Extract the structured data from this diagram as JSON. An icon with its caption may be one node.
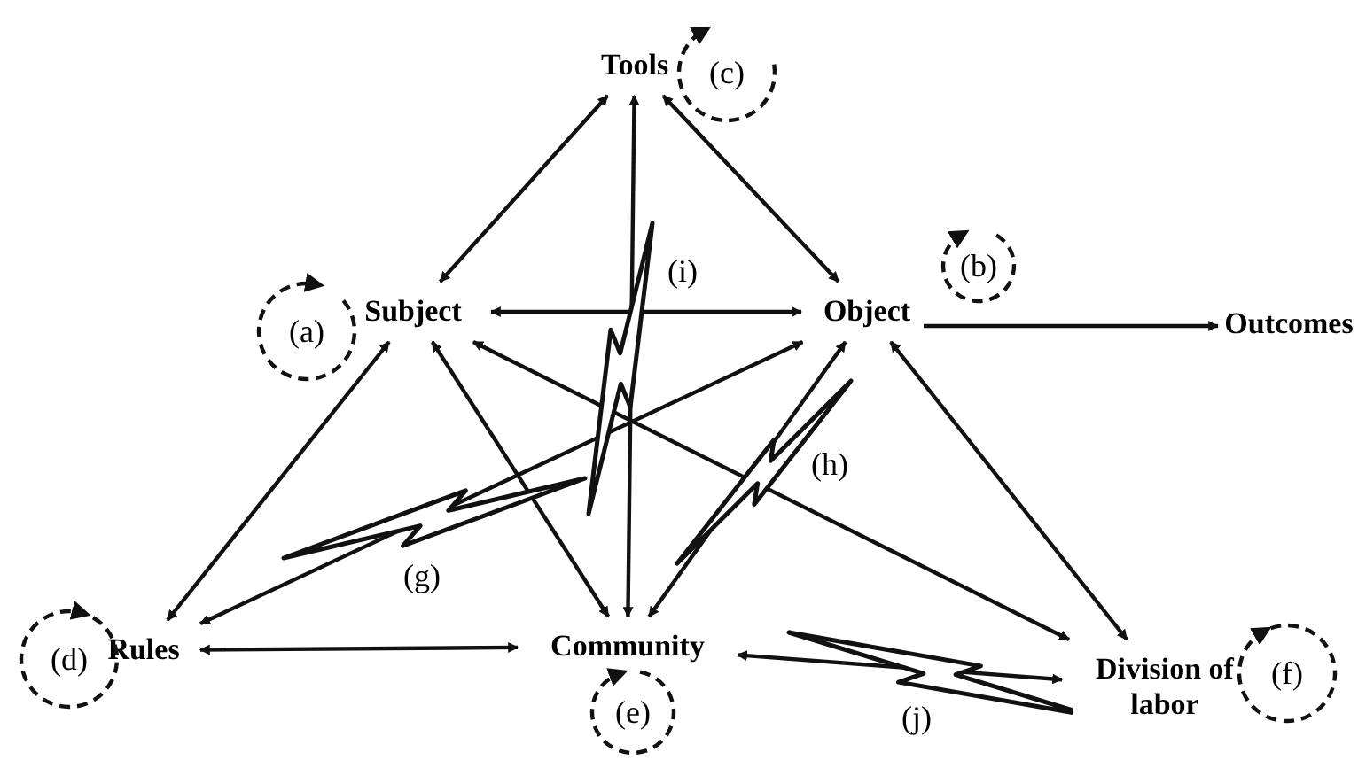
{
  "diagram": {
    "nodes": [
      {
        "text": [
          "Tools"
        ]
      },
      {
        "text": [
          "Subject"
        ]
      },
      {
        "text": [
          "Object"
        ]
      },
      {
        "text": [
          "Outcomes"
        ]
      },
      {
        "text": [
          "Rules"
        ]
      },
      {
        "text": [
          "Community"
        ]
      },
      {
        "text": [
          "Division of labor"
        ]
      },
      {
        "text": [
          "(a)"
        ]
      },
      {
        "text": [
          "(b)"
        ]
      },
      {
        "text": [
          "(c)"
        ]
      },
      {
        "text": [
          "(d)"
        ]
      },
      {
        "text": [
          "(e)"
        ]
      },
      {
        "text": [
          "(f)"
        ]
      }
    ],
    "edges": [
      {
        "from": 0,
        "to": 1,
        "arrow": "both"
      },
      {
        "from": 0,
        "to": 2,
        "arrow": "both"
      },
      {
        "from": 5,
        "to": 0,
        "arrow": "both"
      },
      {
        "from": 1,
        "to": 2,
        "arrow": "both"
      },
      {
        "from": 2,
        "to": 3,
        "arrow": "to"
      },
      {
        "from": 1,
        "to": 4,
        "arrow": "both"
      },
      {
        "from": 1,
        "to": 5,
        "arrow": "both"
      },
      {
        "from": 1,
        "to": 6,
        "arrow": "both"
      },
      {
        "from": 2,
        "to": 4,
        "arrow": "both"
      },
      {
        "from": 2,
        "to": 5,
        "arrow": "both"
      },
      {
        "from": 2,
        "to": 6,
        "arrow": "both"
      },
      {
        "from": 4,
        "to": 5,
        "arrow": "both"
      },
      {
        "from": 5,
        "to": 6,
        "arrow": "both"
      }
    ],
    "labels": [
      "(i)",
      "(h)",
      "(g)",
      "(j)"
    ]
  }
}
